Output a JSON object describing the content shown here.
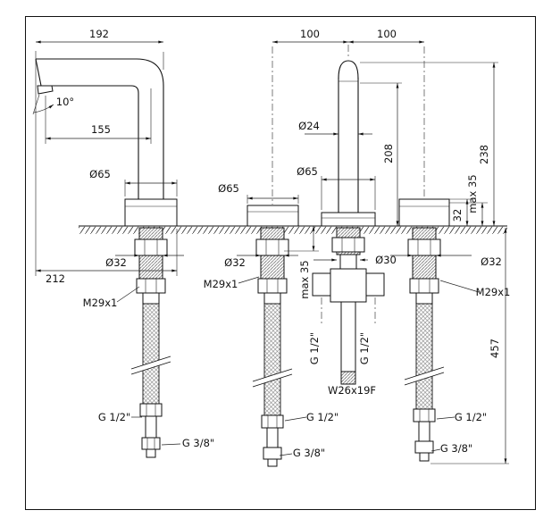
{
  "meta": {
    "drawing_type": "technical dimension drawing",
    "subject": "3-hole deck-mounted basin mixer with angled spout, side valve and column spout"
  },
  "colors": {
    "line": "#111111",
    "background": "#ffffff"
  },
  "dims": {
    "spout_reach": "192",
    "spout_angle": "10°",
    "spout_projection": "155",
    "left_base_dia": "Ø65",
    "left_total_len": "212",
    "left_shank_dia": "Ø32",
    "left_thread": "M29x1",
    "left_hose_coupling": "G 1/2\"",
    "left_hose_end": "G 3/8\"",
    "mid_base_dia": "Ø65",
    "mid_shank_dia": "Ø32",
    "mid_thread": "M29x1",
    "mid_max_deck": "max 35",
    "mid_hose_coupling": "G 1/2\"",
    "mid_hose_end": "G 3/8\"",
    "spacing_left": "100",
    "spacing_right": "100",
    "column_dia": "Ø24",
    "column_height": "208",
    "column_base_dia": "Ø65",
    "column_shank_dia": "Ø30",
    "port_left": "G 1/2\"",
    "port_right": "G 1/2\"",
    "column_bottom_thread": "W26x19F",
    "total_height": "238",
    "right_max_deck": "max 35",
    "right_base_height": "32",
    "right_shank_dia": "Ø32",
    "right_thread": "M29x1",
    "hose_length": "457",
    "right_hose_coupling": "G 1/2\"",
    "right_hose_end": "G 3/8\""
  }
}
